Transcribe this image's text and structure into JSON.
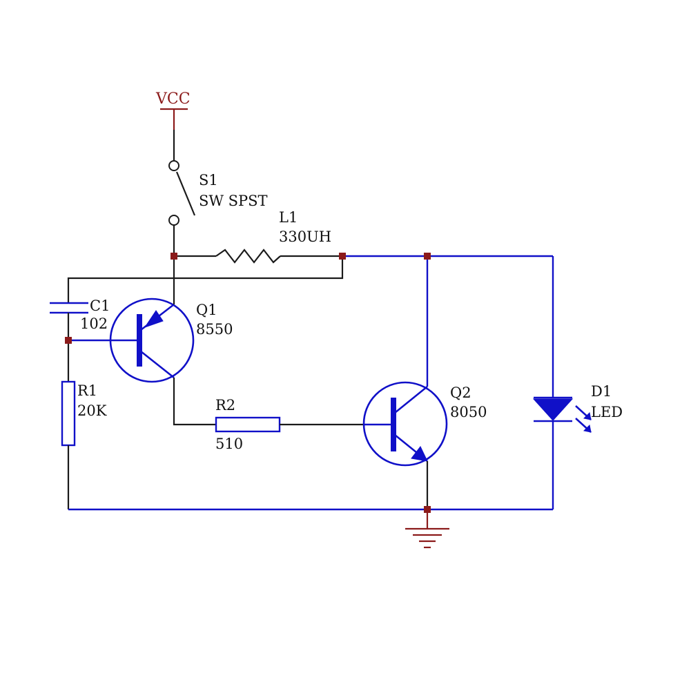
{
  "power": {
    "label": "VCC"
  },
  "switch": {
    "ref": "S1",
    "value": "SW SPST"
  },
  "inductor": {
    "ref": "L1",
    "value": "330UH"
  },
  "capacitor": {
    "ref": "C1",
    "value": "102"
  },
  "transistor_q1": {
    "ref": "Q1",
    "value": "8550"
  },
  "transistor_q2": {
    "ref": "Q2",
    "value": "8050"
  },
  "resistor_r1": {
    "ref": "R1",
    "value": "20K"
  },
  "resistor_r2": {
    "ref": "R2",
    "value": "510"
  },
  "diode": {
    "ref": "D1",
    "value": "LED"
  },
  "colors": {
    "wire_black": "#1a1a1a",
    "wire_blue": "#1010c8",
    "junction": "#8b1a1a",
    "power_label": "#8b1a1a"
  }
}
